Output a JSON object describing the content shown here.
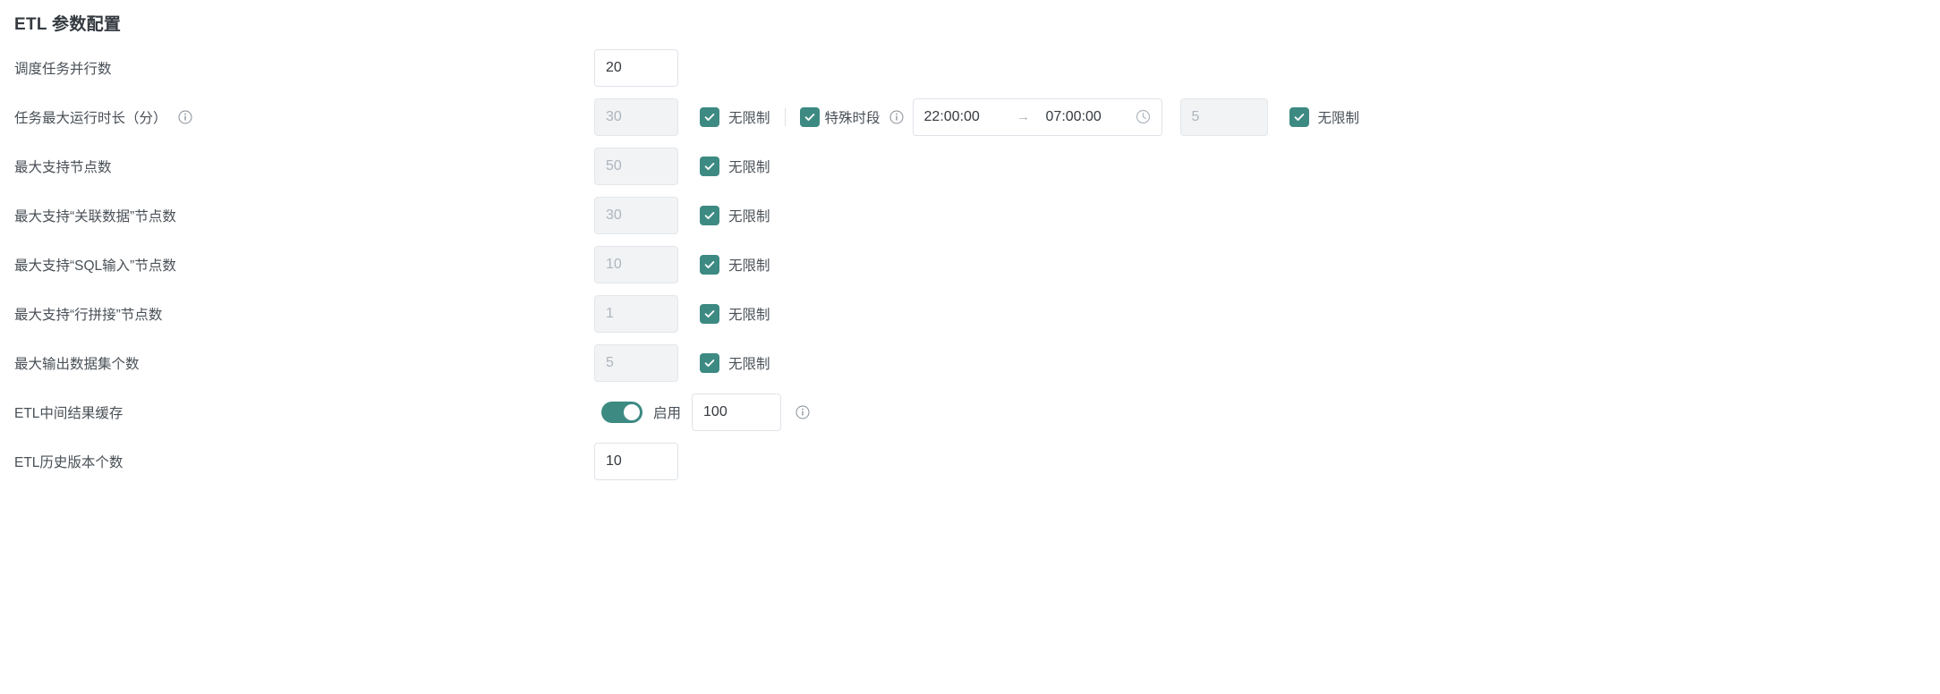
{
  "panel": {
    "title": "ETL 参数配置"
  },
  "theme": {
    "accent": "#3d8a83",
    "label_color": "#495057",
    "title_color": "#343a40",
    "disabled_bg": "#f1f3f5",
    "border": "#dfe3e8"
  },
  "common": {
    "unlimited_label": "无限制",
    "info_icon": "info-circle-icon",
    "clock_icon": "clock-icon",
    "range_arrow": "→"
  },
  "rows": [
    {
      "key": "schedule-parallel-count",
      "label": "调度任务并行数",
      "has_info": false,
      "input": {
        "value": "20",
        "placeholder": "",
        "disabled": false
      }
    },
    {
      "key": "task-max-runtime",
      "label": "任务最大运行时长（分）",
      "has_info": true,
      "input": {
        "value": "",
        "placeholder": "30",
        "disabled": true
      },
      "unlimited": {
        "label": "无限制",
        "checked": true
      },
      "special_period": {
        "label": "特殊时段",
        "checked": true,
        "has_info": true,
        "start_time": "22:00:00",
        "end_time": "07:00:00",
        "limit_input": {
          "value": "",
          "placeholder": "5",
          "disabled": true
        },
        "unlimited2": {
          "label": "无限制",
          "checked": true
        }
      }
    },
    {
      "key": "max-node-count",
      "label": "最大支持节点数",
      "has_info": false,
      "input": {
        "value": "",
        "placeholder": "50",
        "disabled": true
      },
      "unlimited": {
        "label": "无限制",
        "checked": true
      }
    },
    {
      "key": "max-related-data-node-count",
      "label": "最大支持“关联数据”节点数",
      "has_info": false,
      "input": {
        "value": "",
        "placeholder": "30",
        "disabled": true
      },
      "unlimited": {
        "label": "无限制",
        "checked": true
      }
    },
    {
      "key": "max-sql-input-node-count",
      "label": "最大支持“SQL输入”节点数",
      "has_info": false,
      "input": {
        "value": "",
        "placeholder": "10",
        "disabled": true
      },
      "unlimited": {
        "label": "无限制",
        "checked": true
      }
    },
    {
      "key": "max-row-concat-node-count",
      "label": "最大支持“行拼接”节点数",
      "has_info": false,
      "input": {
        "value": "",
        "placeholder": "1",
        "disabled": true
      },
      "unlimited": {
        "label": "无限制",
        "checked": true
      }
    },
    {
      "key": "max-output-dataset-count",
      "label": "最大输出数据集个数",
      "has_info": false,
      "input": {
        "value": "",
        "placeholder": "5",
        "disabled": true
      },
      "unlimited": {
        "label": "无限制",
        "checked": true
      }
    },
    {
      "key": "etl-intermediate-cache",
      "label": "ETL中间结果缓存",
      "has_info": false,
      "toggle": {
        "on": true,
        "label": "启用"
      },
      "input": {
        "value": "100",
        "placeholder": "",
        "disabled": false
      },
      "trailing_info": true
    },
    {
      "key": "etl-history-version-count",
      "label": "ETL历史版本个数",
      "has_info": false,
      "input": {
        "value": "10",
        "placeholder": "",
        "disabled": false
      }
    }
  ]
}
